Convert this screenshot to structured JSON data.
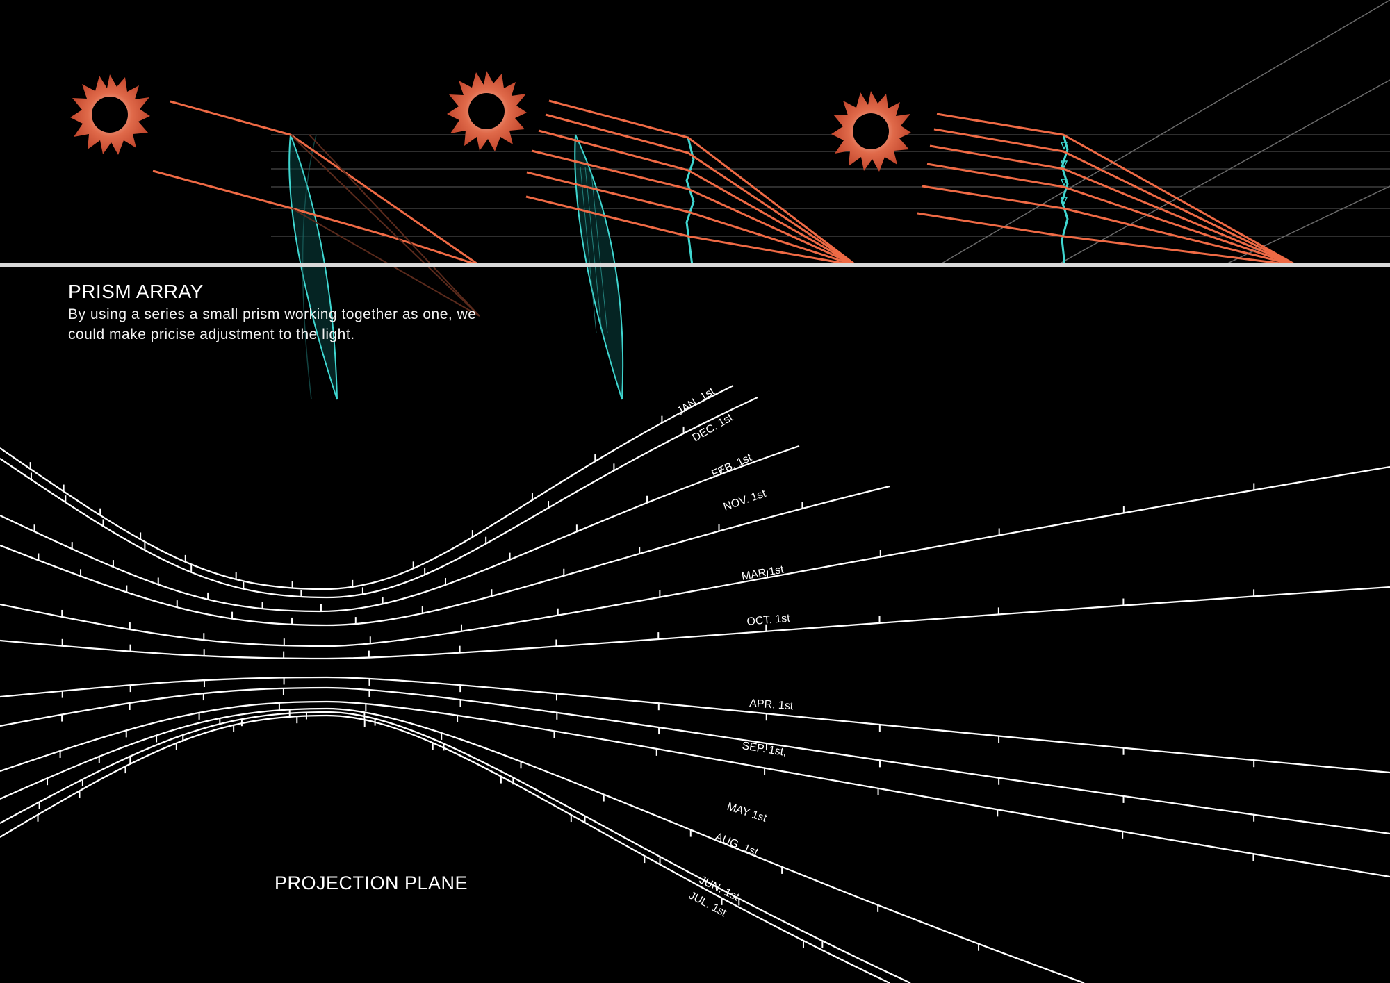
{
  "colors": {
    "background": "#000000",
    "ray": "#ef6a45",
    "lens": "#3fd6d0",
    "curve": "#ffffff",
    "sun": "#d2563a",
    "ground": "#d9d9d9",
    "guide": "#5a5a5a"
  },
  "icons": [
    "sun-icon",
    "sun-icon",
    "sun-icon"
  ],
  "prism_section": {
    "title": "PRISM ARRAY",
    "description": "By using a series a small prism working together as one, we could make pricise adjustment to the light."
  },
  "projection_section": {
    "title": "PROJECTION PLANE"
  },
  "month_labels": [
    "JAN. 1st",
    "DEC. 1st",
    "FEB. 1st",
    "NOV. 1st",
    "MAR 1st",
    "OCT. 1st",
    "APR. 1st",
    "SEP. 1st,",
    "MAY 1st",
    "AUG. 1st",
    "JUN. 1st",
    "JUL. 1st"
  ]
}
